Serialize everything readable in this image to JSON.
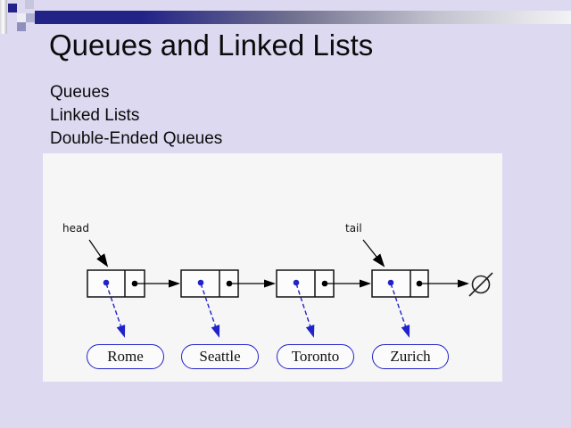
{
  "slide": {
    "title": "Queues and Linked Lists",
    "bullets": [
      "Queues",
      "Linked Lists",
      "Double-Ended Queues"
    ]
  },
  "diagram": {
    "head_label": "head",
    "tail_label": "tail",
    "cities": [
      "Rome",
      "Seattle",
      "Toronto",
      "Zurich"
    ],
    "null_symbol": "∅",
    "node_count": 4
  },
  "colors": {
    "background": "#dcd9f1",
    "bar_navy": "#232387",
    "accent_blue": "#2222cc",
    "diagram_background": "#f6f6f6",
    "text": "#0b0b0b"
  }
}
